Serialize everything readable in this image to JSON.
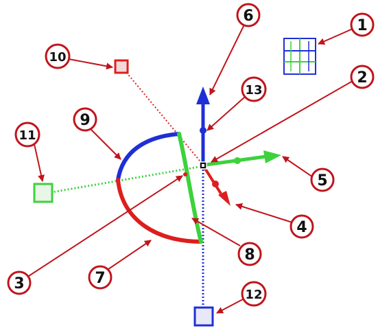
{
  "colors": {
    "callout": "#c0141c",
    "badge_fill": "#ffffff",
    "axis_x": "#3cd23c",
    "axis_y": "#1f2fd6",
    "axis_z": "#dd1e1e",
    "grid": "#1f2fd6",
    "grid_green": "#3cd23c"
  },
  "callouts": [
    {
      "label": "1"
    },
    {
      "label": "2"
    },
    {
      "label": "3"
    },
    {
      "label": "4"
    },
    {
      "label": "5"
    },
    {
      "label": "6"
    },
    {
      "label": "7"
    },
    {
      "label": "8"
    },
    {
      "label": "9"
    },
    {
      "label": "10"
    },
    {
      "label": "11"
    },
    {
      "label": "12"
    },
    {
      "label": "13"
    }
  ]
}
